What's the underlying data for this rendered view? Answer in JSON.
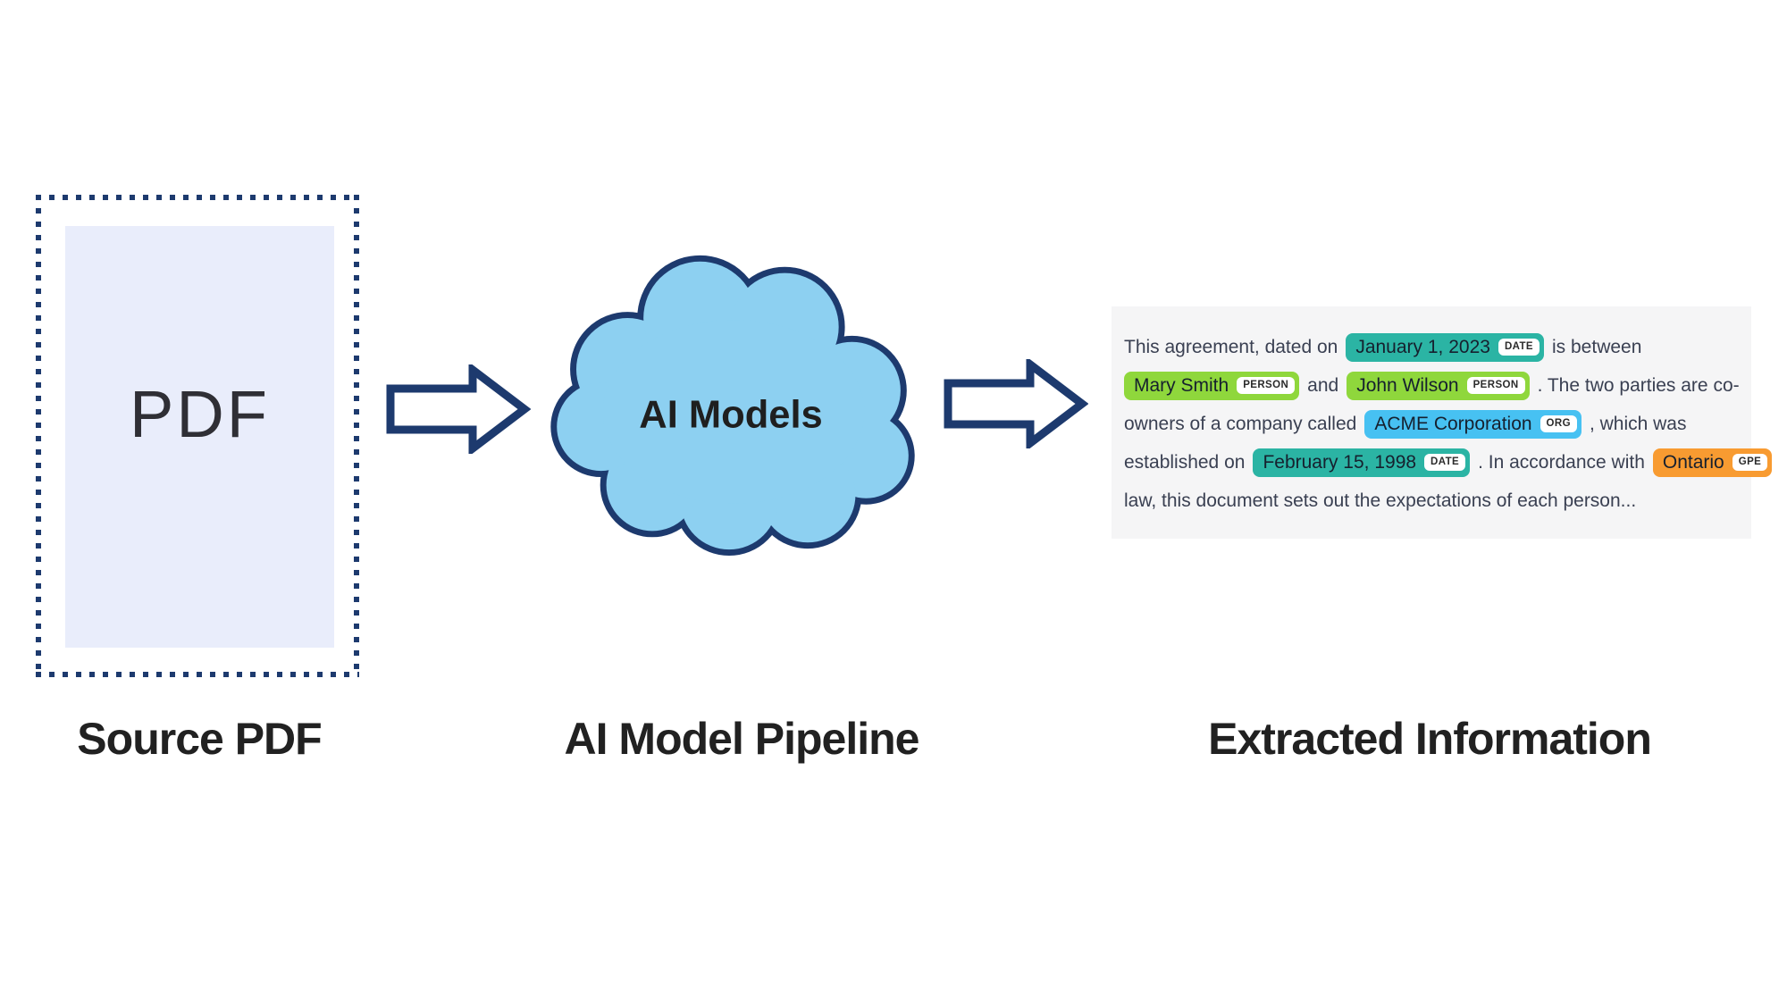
{
  "pdf": {
    "page_label": "PDF",
    "caption": "Source PDF"
  },
  "pipeline": {
    "cloud_label": "AI Models",
    "caption": "AI Model Pipeline"
  },
  "extracted": {
    "caption": "Extracted Information",
    "lines": [
      [
        {
          "t": "This agreement, dated on"
        },
        {
          "e": "January 1, 2023",
          "l": "DATE"
        },
        {
          "t": "is between"
        }
      ],
      [
        {
          "e": "Mary Smith",
          "l": "PERSON"
        },
        {
          "t": "and"
        },
        {
          "e": "John Wilson",
          "l": "PERSON"
        },
        {
          "t": ". The two parties are co-"
        }
      ],
      [
        {
          "t": "owners of a company called"
        },
        {
          "e": "ACME Corporation",
          "l": "ORG"
        },
        {
          "t": ", which was"
        }
      ],
      [
        {
          "t": "established on"
        },
        {
          "e": "February 15, 1998",
          "l": "DATE"
        },
        {
          "t": ". In accordance with"
        },
        {
          "e": "Ontario",
          "l": "GPE"
        }
      ],
      [
        {
          "t": "law, this document sets out the expectations of each person..."
        }
      ]
    ]
  },
  "entity_colors": {
    "DATE": "#2bb4a4",
    "PERSON": "#8fd73c",
    "ORG": "#47c1f2",
    "GPE": "#f89b31"
  },
  "colors": {
    "navy_outline": "#1d3a6e",
    "cloud_fill": "#8dd0f1",
    "pdf_page_fill": "#e9edfb",
    "panel_background": "#f5f5f6",
    "body_text": "#3a4052"
  }
}
